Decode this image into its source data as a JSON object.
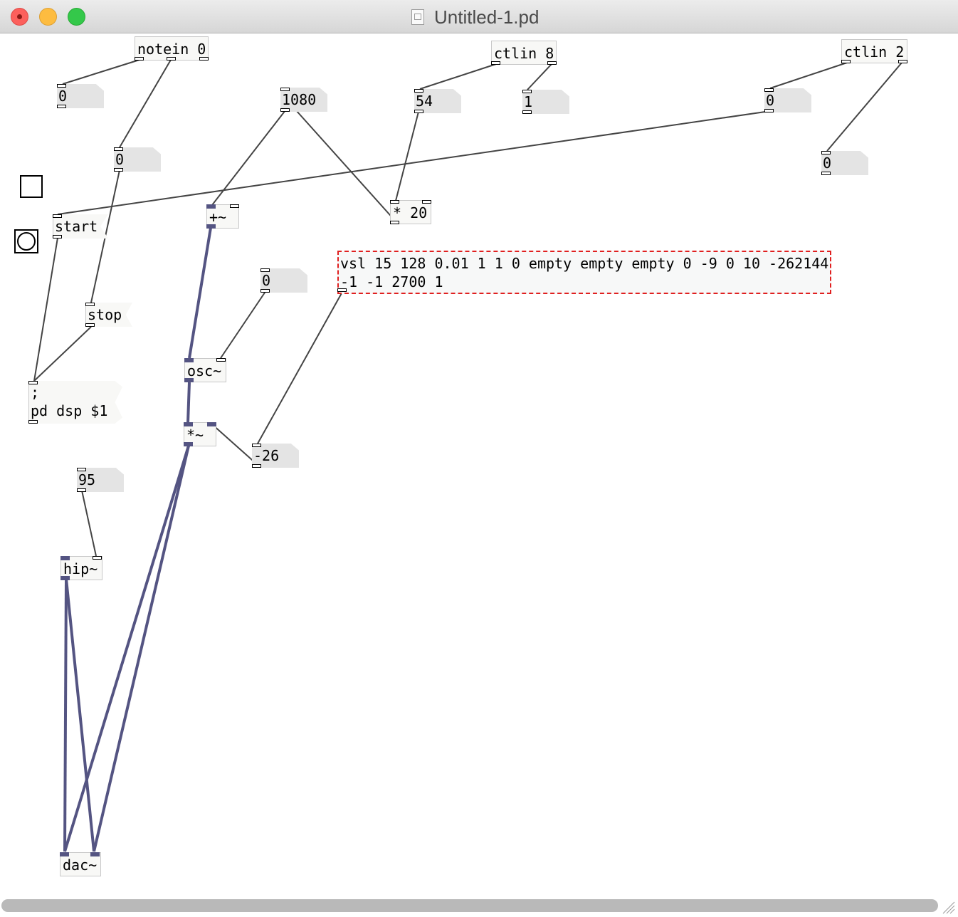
{
  "window": {
    "title": "Untitled-1.pd"
  },
  "patch": {
    "objects": {
      "notein": "notein 0",
      "ctlin8": "ctlin 8",
      "ctlin2": "ctlin 2",
      "add": "+~",
      "mul20": "* 20",
      "osc": "osc~",
      "mulsig": "*~",
      "hip": "hip~",
      "dac": "dac~"
    },
    "numbers": {
      "n_note_pitch": "0",
      "n_note_vel": "0",
      "n_1080": "1080",
      "n_54": "54",
      "n_1": "1",
      "n_ctl2_a": "0",
      "n_ctl2_b": "0",
      "n_osc_phase": "0",
      "n_minus26": "-26",
      "n_95": "95"
    },
    "messages": {
      "start": "start",
      "stop": "stop",
      "dsp_line1": ";",
      "dsp_line2": "pd dsp $1"
    },
    "editing_text": "vsl 15 128 0.01 1 1 0 empty empty empty 0 -9 0 10 -262144\n-1 -1 2700 1"
  }
}
